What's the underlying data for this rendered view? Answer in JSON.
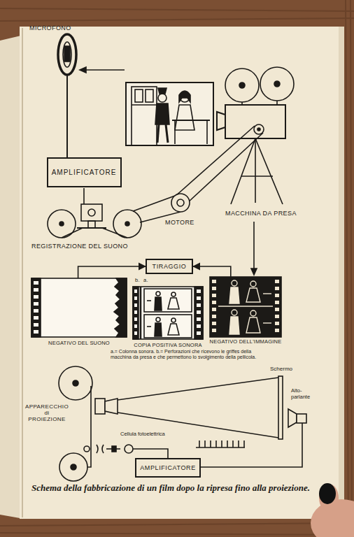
{
  "diagram": {
    "caption": "Schema della fabbricazione di un film dopo la ripresa fino alla proiezione.",
    "nodes": [
      {
        "text": [
          "AMPLIFICATORE"
        ]
      },
      {
        "text": [
          "TIRAGGIO"
        ]
      },
      {
        "text": [
          "NEGATIVO DEL SUONO"
        ]
      },
      {
        "text": [
          "COPIA POSITIVA SONORA"
        ]
      },
      {
        "text": [
          "NEGATIVO DELL'IMMAGINE"
        ]
      },
      {
        "text": [
          "AMPLIFICATORE"
        ]
      }
    ],
    "edges": [
      {
        "from": 2,
        "to": 1,
        "arrow": "to"
      },
      {
        "from": 4,
        "to": 1,
        "arrow": "to"
      }
    ],
    "labels": [
      "MICROFONO",
      "REGISTRAZIONE DEL SUONO",
      "MOTORE",
      "MACCHINA DA PRESA",
      "b.",
      "a.",
      "a.= Colonna sonora. b.= Perforazioni che ricevono le griffes della macchina da presa e che permettono lo svolgimento della pellicola.",
      "Schermo",
      "Alto-parlante",
      "APPARECCHIO di PROIEZIONE",
      "Cellula fotoelettrica"
    ]
  }
}
